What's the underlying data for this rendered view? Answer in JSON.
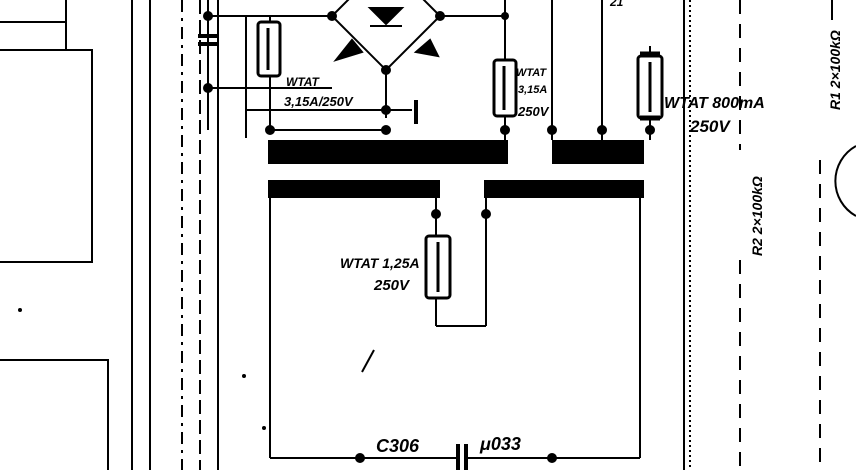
{
  "labels": {
    "fuse_left": "WTAT",
    "fuse_left_rating": "3,15A/250V",
    "fuse_mid_name": "WTAT",
    "fuse_mid_amp": "3,15A",
    "fuse_mid_volt": "250V",
    "fuse_right": "WTAT 800mA",
    "fuse_right_volt": "250V",
    "fuse_lower": "WTAT 1,25A",
    "fuse_lower_volt": "250V",
    "cap_name": "C306",
    "cap_value": "μ033",
    "resistor_r1": "R1 2×100kΩ",
    "resistor_r2": "R2 2×100kΩ",
    "top_partial": "21"
  }
}
